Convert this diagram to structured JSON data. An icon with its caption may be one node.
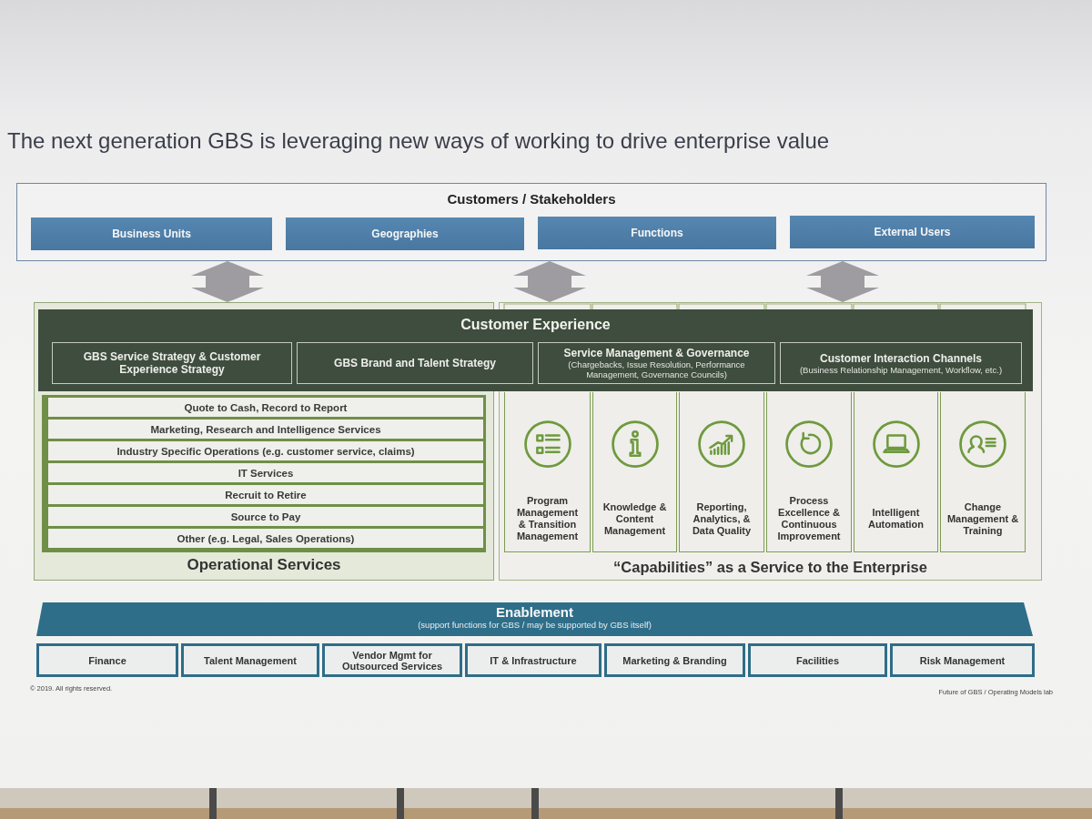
{
  "diagram": {
    "title": "The next generation GBS is leveraging new ways of working to drive enterprise value",
    "nodes": [
      {
        "text": [
          "Customers / Stakeholders"
        ]
      },
      {
        "text": [
          "Business Units"
        ],
        "in": 0
      },
      {
        "text": [
          "Geographies"
        ],
        "in": 0
      },
      {
        "text": [
          "Functions"
        ],
        "in": 0
      },
      {
        "text": [
          "External Users"
        ],
        "in": 0
      },
      {
        "text": [
          "Customer Experience"
        ]
      },
      {
        "text": [
          "GBS Service Strategy & Customer Experience Strategy"
        ]
      },
      {
        "text": [
          "GBS Brand and Talent Strategy"
        ],
        "in": 5
      },
      {
        "text": [
          "Service Management & Governance",
          "(Chargebacks, Issue Resolution, Performance Management, Governance Councils)"
        ]
      },
      {
        "text": [
          "Customer Interaction Channels",
          "(Business Relationship Management, Workflow, etc.)"
        ]
      },
      {
        "text": [
          "Operational Services"
        ]
      },
      {
        "text": [
          "Quote to Cash, Record to Report"
        ],
        "in": 10
      },
      {
        "text": [
          "Marketing, Research and Intelligence Services"
        ],
        "in": 10
      },
      {
        "text": [
          "Industry Specific Operations (e.g. customer service, claims)"
        ],
        "in": 10
      },
      {
        "text": [
          "IT Services"
        ],
        "in": 10
      },
      {
        "text": [
          "Recruit to Retire"
        ],
        "in": 10
      },
      {
        "text": [
          "Source to Pay"
        ],
        "in": 10
      },
      {
        "text": [
          "Other (e.g. Legal, Sales Operations)"
        ],
        "in": 10
      },
      {
        "text": [
          "“Capabilities” as a Service to the Enterprise"
        ]
      },
      {
        "text": [
          "Program Management & Transition Management"
        ],
        "in": 18
      },
      {
        "text": [
          "Knowledge & Content Management"
        ],
        "in": 18
      },
      {
        "text": [
          "Reporting, Analytics, & Data Quality"
        ],
        "in": 18
      },
      {
        "text": [
          "Process Excellence & Continuous Improvement"
        ],
        "in": 18
      },
      {
        "text": [
          "Intelligent Automation"
        ],
        "in": 18
      },
      {
        "text": [
          "Change Management & Training"
        ],
        "in": 18
      },
      {
        "text": [
          "Enablement",
          "(support functions for GBS / may be supported by GBS itself)"
        ]
      },
      {
        "text": [
          "Finance"
        ]
      },
      {
        "text": [
          "Talent Management"
        ]
      },
      {
        "text": [
          "Vendor Mgmt for Outsourced Services"
        ]
      },
      {
        "text": [
          "IT & Infrastructure"
        ]
      },
      {
        "text": [
          "Marketing & Branding"
        ]
      },
      {
        "text": [
          "Facilities"
        ]
      },
      {
        "text": [
          "Risk Management"
        ]
      }
    ],
    "edges": [
      {
        "from": 0,
        "to": 10,
        "arrow": "both"
      },
      {
        "from": 0,
        "to": 18,
        "arrow": "both"
      },
      {
        "from": 0,
        "to": 18,
        "arrow": "both"
      }
    ],
    "labels": [
      "© 2019. All rights reserved.",
      "Future of GBS / Operating Models lab"
    ]
  }
}
